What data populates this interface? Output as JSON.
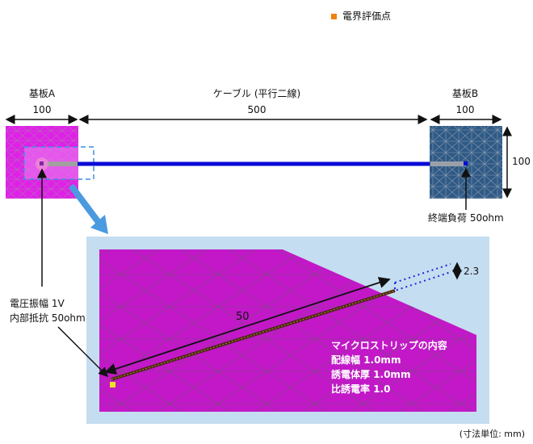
{
  "legend": {
    "label": "電界評価点",
    "color": "#f08010"
  },
  "board_a": {
    "label": "基板A",
    "size": "100",
    "color": "#e020e8"
  },
  "cable": {
    "label": "ケーブル (平行二線)",
    "length": "500",
    "color": "#0a0ad8"
  },
  "board_b": {
    "label": "基板B",
    "size": "100",
    "height": "100",
    "color": "#2f5a86"
  },
  "source": {
    "line1": "電圧振幅 1V",
    "line2": "内部抵抗 50ohm"
  },
  "load": {
    "label": "終端負荷 50ohm"
  },
  "inset": {
    "length": "50",
    "height": "2.3",
    "title": "マイクロストリップの内容",
    "width": "配線幅 1.0mm",
    "thickness": "誘電体厚 1.0mm",
    "permittivity": "比誘電率 1.0",
    "bg": "#c5ddf0",
    "plane": "#c218c8"
  },
  "unit_note": "(寸法単位: mm)"
}
